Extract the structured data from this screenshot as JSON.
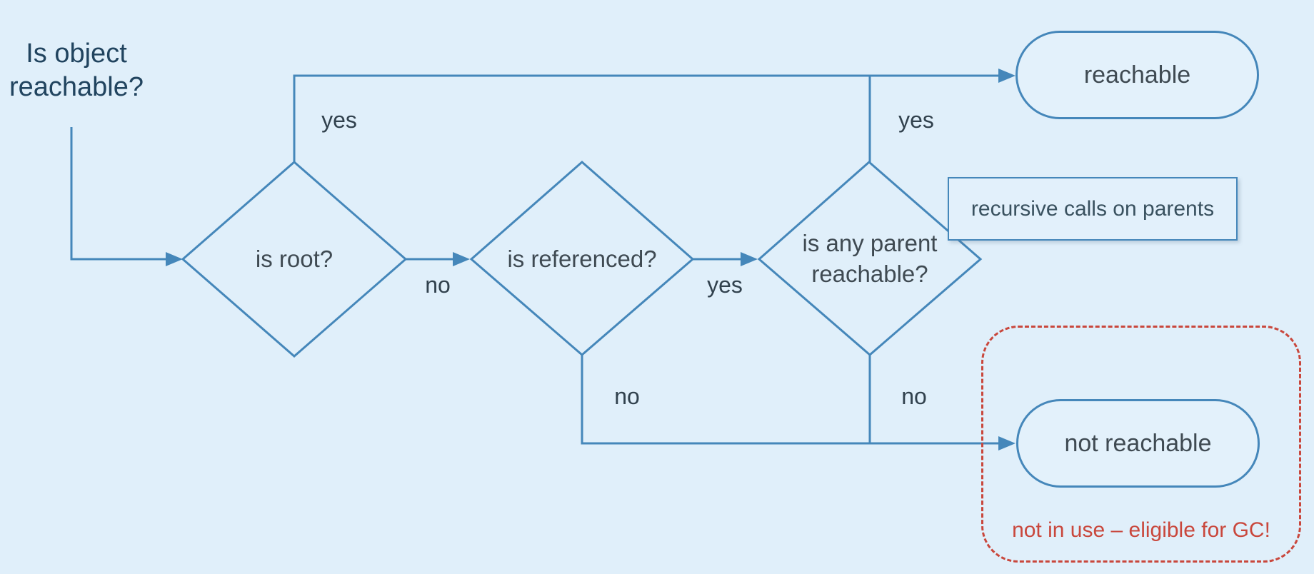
{
  "canvas": {
    "background": "#e0effa"
  },
  "palette": {
    "connector_line": "#4587ba",
    "title_text": "#21445f",
    "node_text": "#3f4a52",
    "edge_label_text": "#31414d",
    "gc_red": "#c9473c"
  },
  "start": {
    "question": "Is object reachable?"
  },
  "decisions": {
    "is_root": {
      "label": "is root?"
    },
    "is_referenced": {
      "label": "is referenced?"
    },
    "is_any_parent_reachable": {
      "label": "is any parent reachable?"
    }
  },
  "terminals": {
    "reachable": {
      "label": "reachable"
    },
    "not_reachable": {
      "label": "not reachable"
    }
  },
  "annotations": {
    "recursive_calls": {
      "label": "recursive calls on parents"
    },
    "gc_note": {
      "label": "not in use – eligible for GC!"
    }
  },
  "edge_labels": {
    "is_root_yes": "yes",
    "is_root_no": "no",
    "is_referenced_yes": "yes",
    "is_referenced_no": "no",
    "is_any_parent_yes": "yes",
    "is_any_parent_no": "no"
  }
}
